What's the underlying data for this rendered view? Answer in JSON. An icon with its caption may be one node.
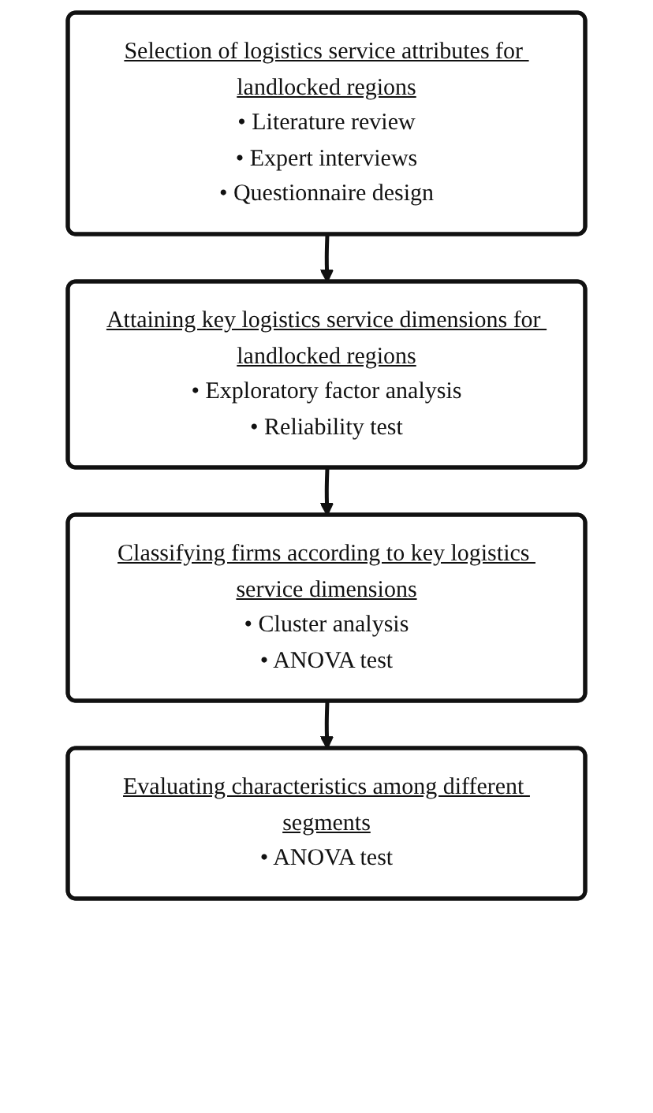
{
  "diagram": {
    "nodes": [
      {
        "text": [
          "Selection of logistics service attributes for landlocked regions",
          "• Literature review",
          "• Expert interviews",
          "• Questionnaire design"
        ]
      },
      {
        "text": [
          "Attaining key logistics service dimensions for landlocked regions",
          "• Exploratory factor analysis",
          "• Reliability test"
        ]
      },
      {
        "text": [
          "Classifying firms according to key logistics service dimensions",
          "• Cluster analysis",
          "• ANOVA test"
        ]
      },
      {
        "text": [
          "Evaluating characteristics among different segments",
          "• ANOVA test"
        ]
      }
    ],
    "edges": [
      {
        "from": 0,
        "to": 1,
        "arrow": "to"
      },
      {
        "from": 1,
        "to": 2,
        "arrow": "to"
      },
      {
        "from": 2,
        "to": 3,
        "arrow": "to"
      }
    ]
  }
}
